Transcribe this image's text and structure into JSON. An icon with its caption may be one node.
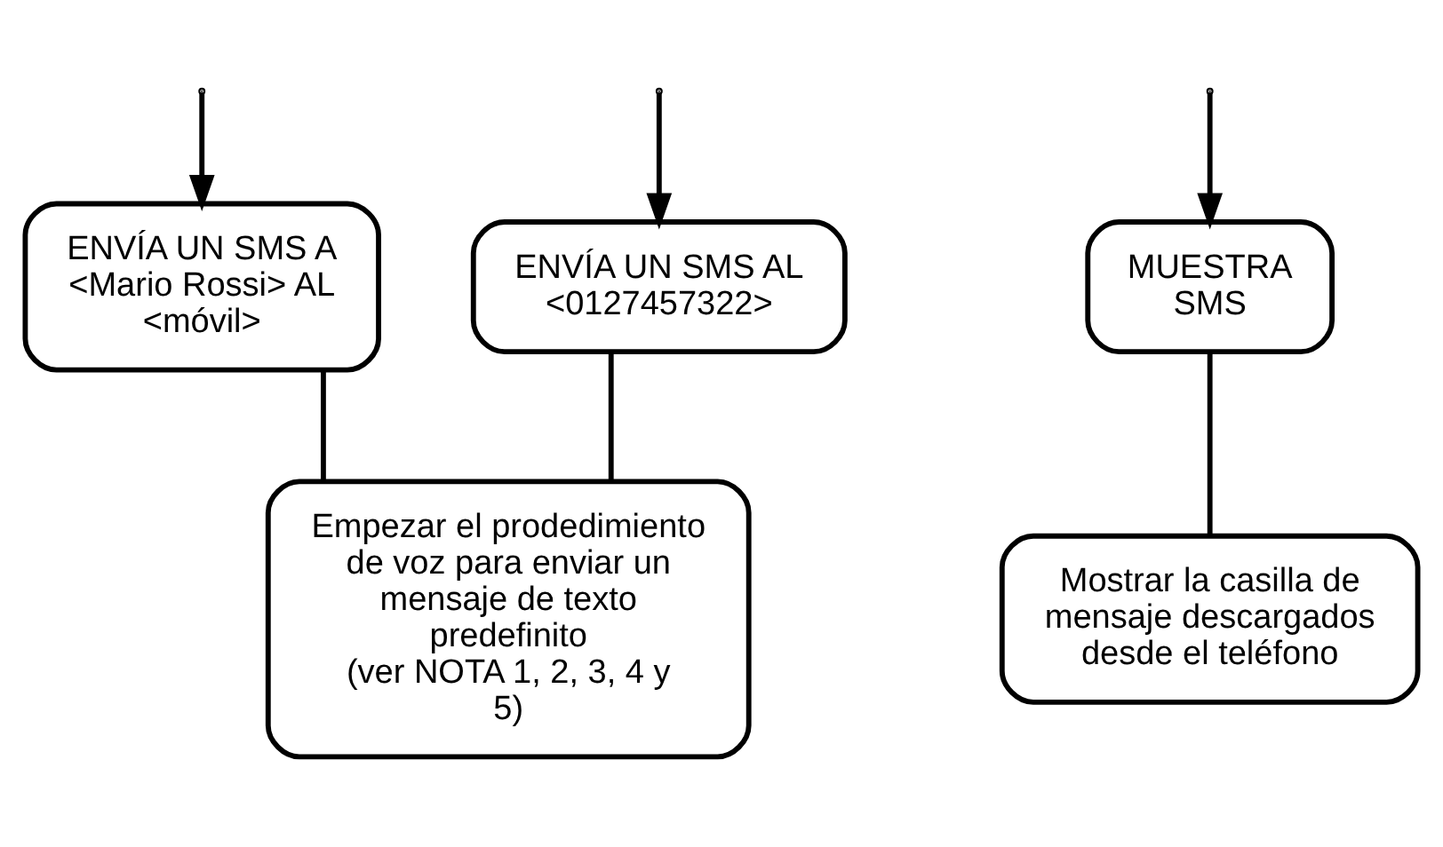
{
  "diagram": {
    "nodes": [
      {
        "text": [
          "ENVÍA UN SMS AL <0127457322>"
        ]
      },
      {
        "text": [
          "ENVÍA UN SMS A <Mario Rossi> AL <móvil>"
        ]
      },
      {
        "text": [
          "MUESTRA SMS"
        ]
      },
      {
        "text": [
          "Empezar el prodedimiento de voz para enviar un mensaje de texto predefinito",
          "(ver NOTA 1, 2, 3, 4 y 5)"
        ]
      },
      {
        "text": [
          "Mostrar la casilla de mensaje descargados desde el teléfono"
        ]
      }
    ],
    "edges": [
      {
        "from": null,
        "to": 0,
        "arrow": "to"
      },
      {
        "from": null,
        "to": 1,
        "arrow": "to"
      },
      {
        "from": null,
        "to": 2,
        "arrow": "to"
      },
      {
        "from": 0,
        "to": 3,
        "arrow": "none"
      },
      {
        "from": 1,
        "to": 3,
        "arrow": "none"
      },
      {
        "from": 2,
        "to": 4,
        "arrow": "none"
      }
    ]
  }
}
